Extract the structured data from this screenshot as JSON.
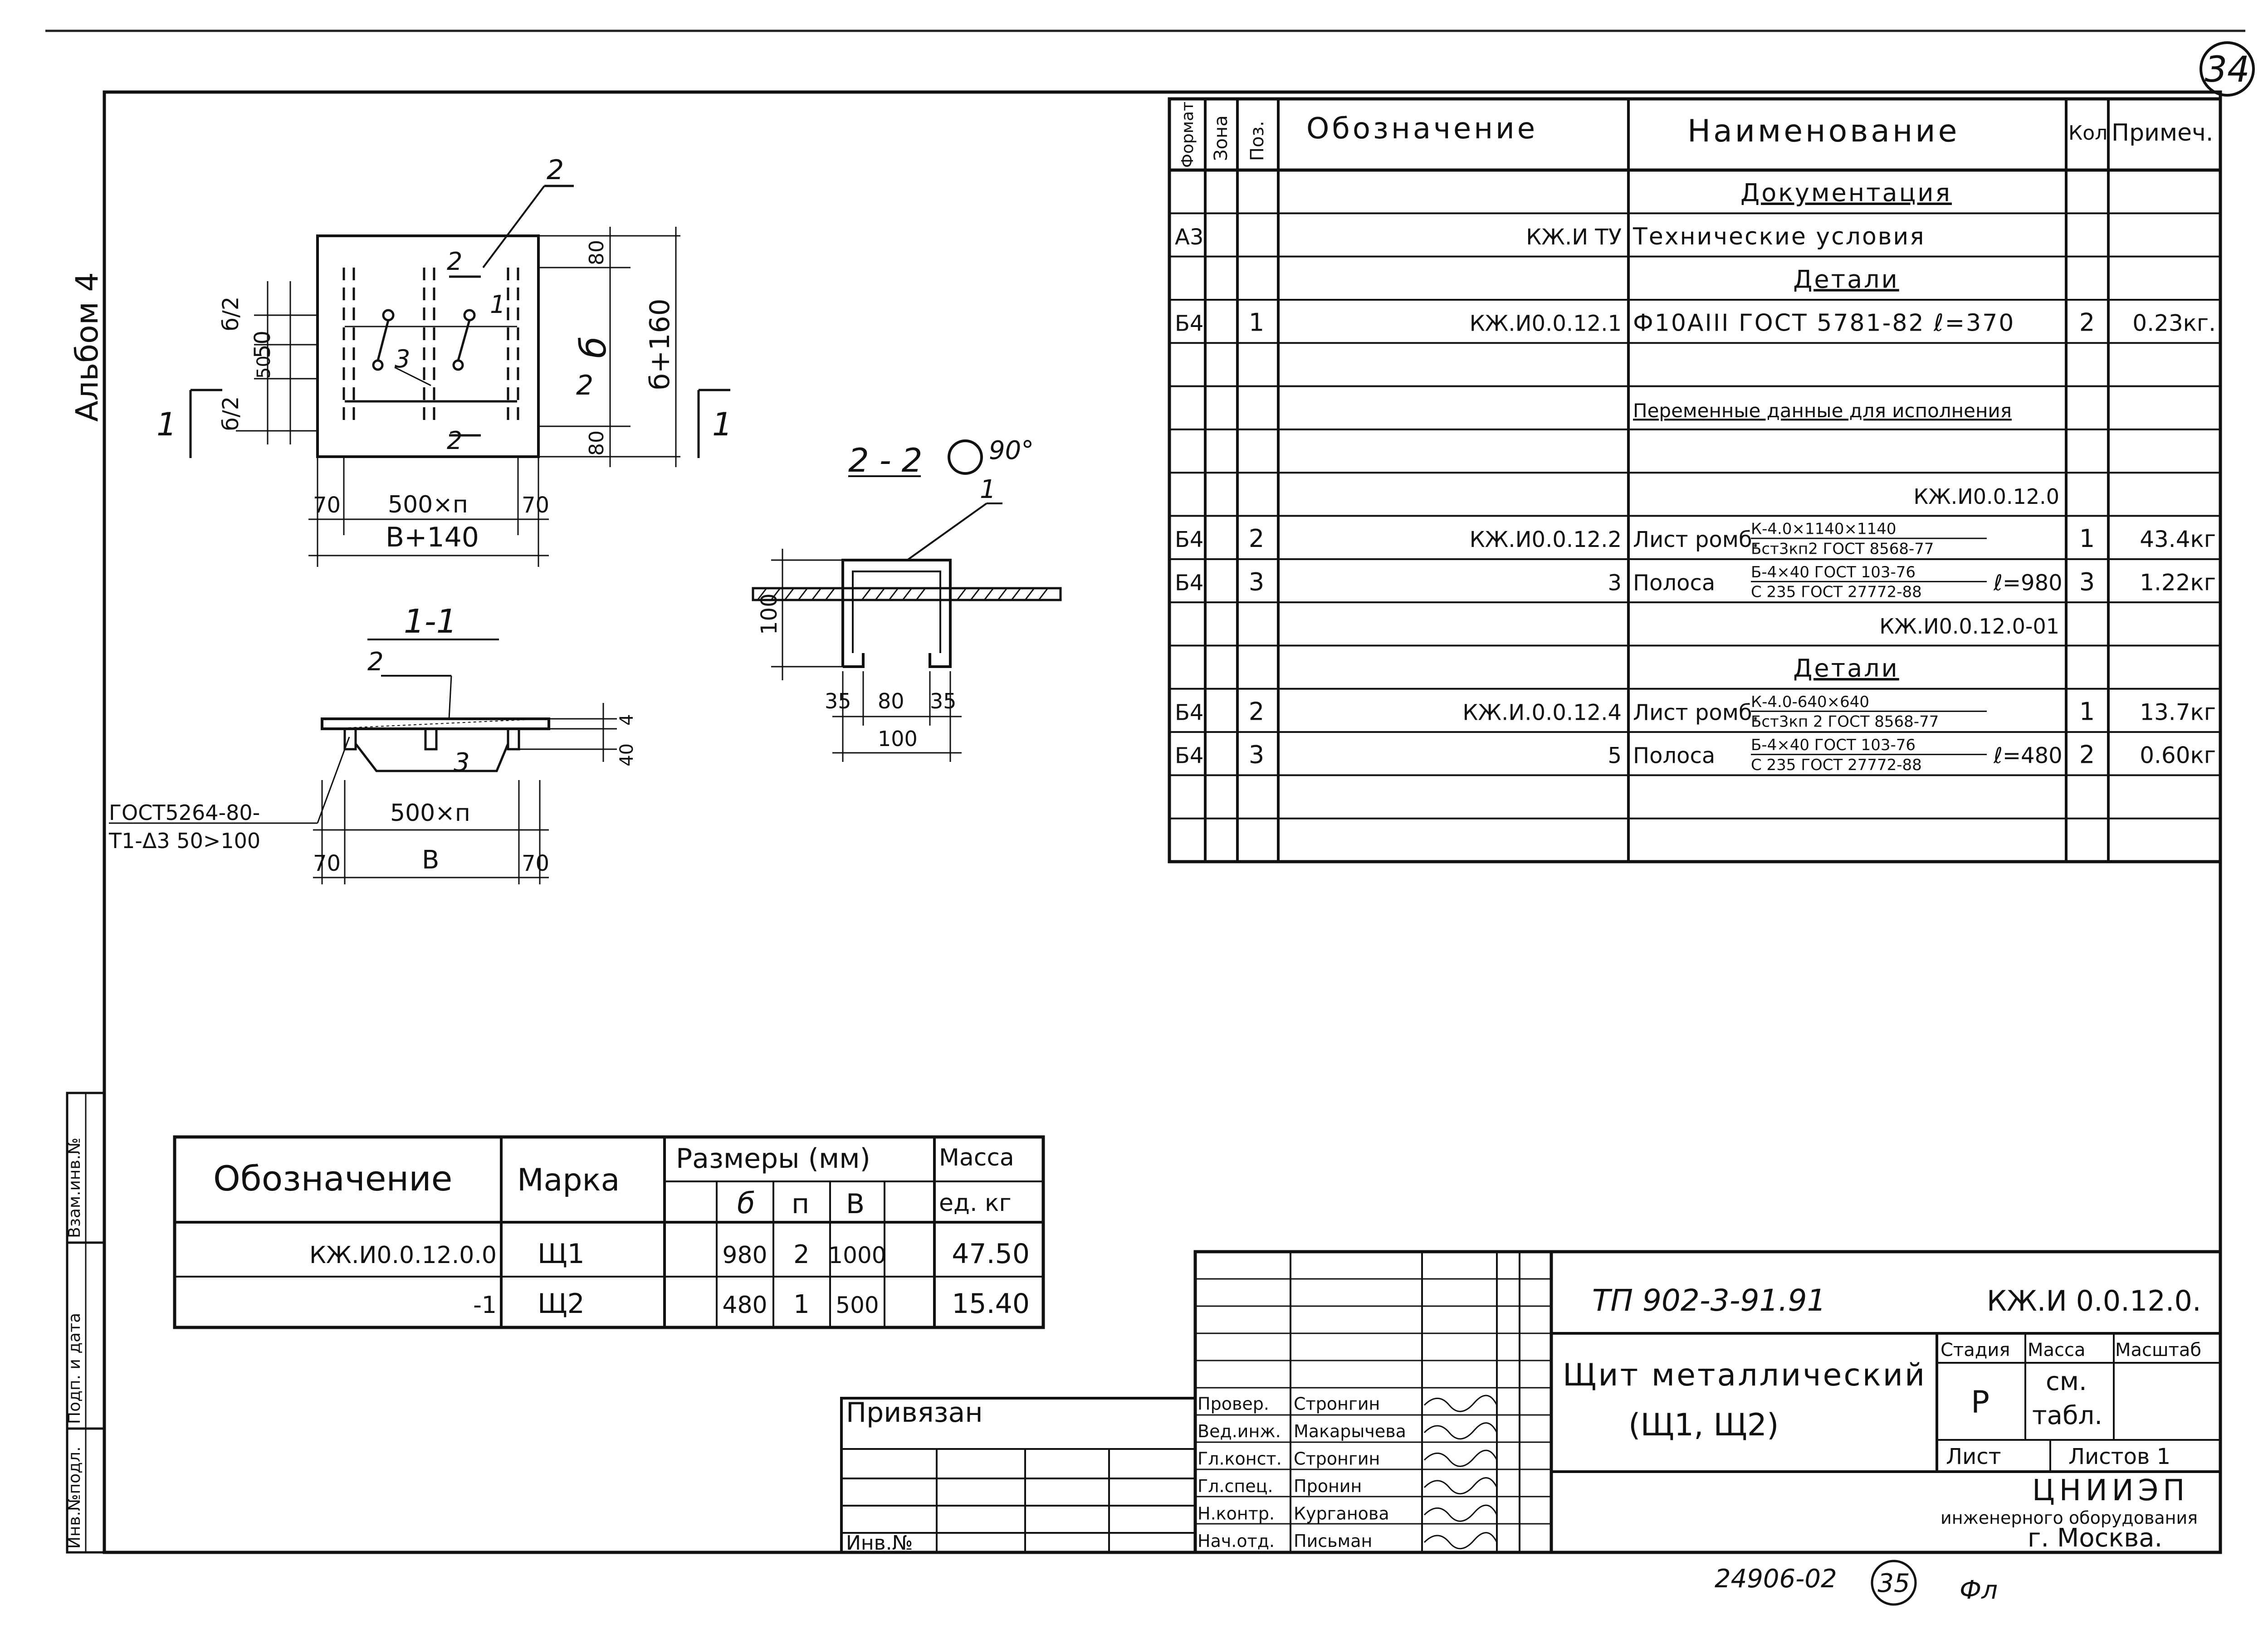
{
  "sheet_number_top": "34",
  "album_label": "Альбом 4",
  "spec_table": {
    "headers": {
      "format": "Формат",
      "zone": "Зона",
      "pos": "Поз.",
      "designation": "Обозначение",
      "name": "Наименование",
      "qty": "Кол",
      "note": "Примеч."
    },
    "rows": [
      {
        "format": "",
        "pos": "",
        "designation": "",
        "name": "Документация",
        "qty": "",
        "note": ""
      },
      {
        "format": "А3",
        "pos": "",
        "designation": "КЖ.И ТУ",
        "name": "Технические условия",
        "qty": "",
        "note": ""
      },
      {
        "format": "",
        "pos": "",
        "designation": "",
        "name": "Детали",
        "qty": "",
        "note": ""
      },
      {
        "format": "Б4",
        "pos": "1",
        "designation": "КЖ.И0.0.12.1",
        "name": "Ф10АIII ГОСТ 5781-82 ℓ=370",
        "qty": "2",
        "note": "0.23кг."
      },
      {
        "format": "",
        "pos": "",
        "designation": "",
        "name": "",
        "qty": "",
        "note": ""
      },
      {
        "format": "",
        "pos": "",
        "designation": "",
        "name": "Переменные данные для исполнения",
        "qty": "",
        "note": ""
      },
      {
        "format": "",
        "pos": "",
        "designation": "",
        "name": "",
        "qty": "",
        "note": ""
      },
      {
        "format": "",
        "pos": "",
        "designation": "",
        "name": "КЖ.И0.0.12.0",
        "qty": "",
        "note": ""
      },
      {
        "format": "Б4",
        "pos": "2",
        "designation": "КЖ.И0.0.12.2",
        "name": "Лист ромб.",
        "name_top": "К-4.0×1140×1140",
        "name_bottom": "Бст3кп2 ГОСТ 8568-77",
        "qty": "1",
        "note": "43.4кг"
      },
      {
        "format": "Б4",
        "pos": "3",
        "designation": "3",
        "name": "Полоса",
        "name_top": "Б-4×40 ГОСТ 103-76",
        "name_bottom": "С 235 ГОСТ 27772-88",
        "name_suffix": "ℓ=980",
        "qty": "3",
        "note": "1.22кг"
      },
      {
        "format": "",
        "pos": "",
        "designation": "",
        "name": "КЖ.И0.0.12.0-01",
        "qty": "",
        "note": ""
      },
      {
        "format": "",
        "pos": "",
        "designation": "",
        "name": "Детали",
        "qty": "",
        "note": ""
      },
      {
        "format": "Б4",
        "pos": "2",
        "designation": "КЖ.И.0.0.12.4",
        "name": "Лист ромб.",
        "name_top": "К-4.0-640×640",
        "name_bottom": "Бст3кп 2 ГОСТ 8568-77",
        "qty": "1",
        "note": "13.7кг"
      },
      {
        "format": "Б4",
        "pos": "3",
        "designation": "5",
        "name": "Полоса",
        "name_top": "Б-4×40 ГОСТ 103-76",
        "name_bottom": "С 235 ГОСТ 27772-88",
        "name_suffix": "ℓ=480",
        "qty": "2",
        "note": "0.60кг"
      },
      {
        "format": "",
        "pos": "",
        "designation": "",
        "name": "",
        "qty": "",
        "note": ""
      },
      {
        "format": "",
        "pos": "",
        "designation": "",
        "name": "",
        "qty": "",
        "note": ""
      }
    ]
  },
  "plan_view": {
    "labels": {
      "pos2": "2",
      "pos3": "3",
      "pos1": "1",
      "section11_mark": "1",
      "section22_mark": "2",
      "d_half": "б/2",
      "d50": "50",
      "d80": "80",
      "d_b": "б",
      "d_b160": "б+160",
      "d70": "70",
      "d500n": "500×п",
      "d_v140": "В+140"
    }
  },
  "section_1_1": {
    "title": "1-1",
    "labels": {
      "pos2": "2",
      "pos3": "3",
      "d4": "4",
      "d40": "40",
      "d500n": "500×п",
      "d70": "70",
      "d_v": "В"
    },
    "weld_note_1": "ГОСТ5264-80-",
    "weld_note_2": "Т1-Δ3 50>100"
  },
  "section_2_2": {
    "title": "2 - 2",
    "rotation": "90°",
    "labels": {
      "pos1": "1",
      "d100": "100",
      "d35": "35",
      "d80": "80"
    }
  },
  "marks_table": {
    "headers": {
      "designation": "Обозначение",
      "mark": "Марка",
      "sizes": "Размеры (мм)",
      "mass": "Масса",
      "mass_unit": "ед. кг",
      "b": "б",
      "n": "п",
      "v": "В"
    },
    "rows": [
      {
        "designation": "КЖ.И0.0.12.0.0",
        "mark": "Щ1",
        "b": "980",
        "n": "2",
        "v": "1000",
        "mass": "47.50"
      },
      {
        "designation": "-1",
        "mark": "Щ2",
        "b": "480",
        "n": "1",
        "v": "500",
        "mass": "15.40"
      }
    ]
  },
  "stamp": {
    "project": "ТП 902-3-91.91",
    "code": "КЖ.И 0.0.12.0.",
    "title_line1": "Щит металлический",
    "title_line2": "(Щ1, Щ2)",
    "stage_label": "Стадия",
    "mass_label": "Масса",
    "scale_label": "Масштаб",
    "stage_value": "Р",
    "mass_value_1": "см.",
    "mass_value_2": "табл.",
    "sheet_label": "Лист",
    "sheets_label": "Листов 1",
    "org_line1": "ЦНИИЭП",
    "org_line2": "инженерного оборудования",
    "org_line3": "г. Москва.",
    "roles": [
      {
        "role": "Провер.",
        "name": "Стронгин"
      },
      {
        "role": "Вед.инж.",
        "name": "Макарычева"
      },
      {
        "role": "Гл.конст.",
        "name": "Стронгин"
      },
      {
        "role": "Гл.спец.",
        "name": "Пронин"
      },
      {
        "role": "Н.контр.",
        "name": "Курганова"
      },
      {
        "role": "Нач.отд.",
        "name": "Письман"
      }
    ]
  },
  "tied_label": "Привязан",
  "inv_no_label": "Инв.№",
  "side_stamp": {
    "inv_podl": "Инв.№подл.",
    "podp_data": "Подп. и дата",
    "vzam_inv": "Взам.инв.№"
  },
  "bottom_number": "24906-02",
  "bottom_circle": "35",
  "bottom_sign": "Фл"
}
